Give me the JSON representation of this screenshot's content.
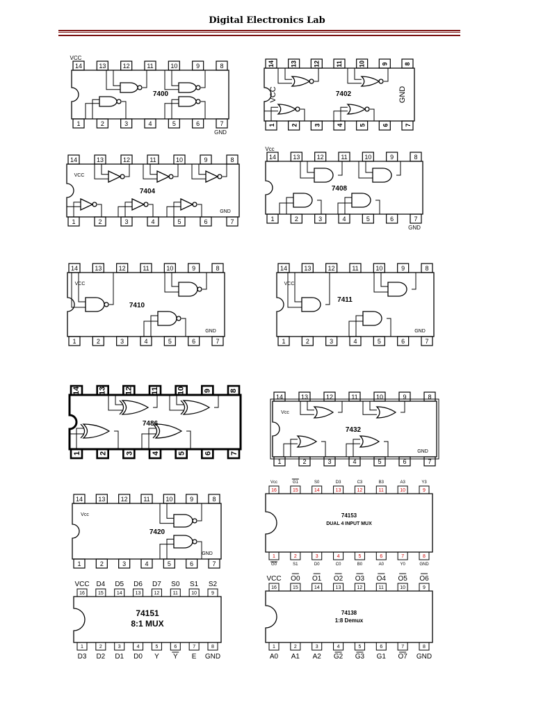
{
  "header": {
    "title": "Digital Electronics Lab"
  },
  "colors": {
    "rule": "#7a1010",
    "pin_red": "#cc0000"
  },
  "chips": [
    {
      "part": "7400",
      "gate": "nand",
      "pin_top": [
        "14",
        "13",
        "12",
        "11",
        "10",
        "9",
        "8"
      ],
      "pin_bottom": [
        "1",
        "2",
        "3",
        "4",
        "5",
        "6",
        "7"
      ],
      "vcc": "VCC",
      "gnd": "GND"
    },
    {
      "part": "7402",
      "gate": "nor",
      "pin_top": [
        "14",
        "13",
        "12",
        "11",
        "10",
        "9",
        "8"
      ],
      "pin_bottom": [
        "1",
        "2",
        "3",
        "4",
        "5",
        "6",
        "7"
      ],
      "vcc": "VCC",
      "gnd": "GND"
    },
    {
      "part": "7404",
      "gate": "not",
      "pin_top": [
        "14",
        "13",
        "12",
        "11",
        "10",
        "9",
        "8"
      ],
      "pin_bottom": [
        "1",
        "2",
        "3",
        "4",
        "5",
        "6",
        "7"
      ],
      "vcc": "VCC",
      "gnd": "GND"
    },
    {
      "part": "7408",
      "gate": "and",
      "pin_top": [
        "14",
        "13",
        "12",
        "11",
        "10",
        "9",
        "8"
      ],
      "pin_bottom": [
        "1",
        "2",
        "3",
        "4",
        "5",
        "6",
        "7"
      ],
      "vcc": "Vcc",
      "gnd": "GND"
    },
    {
      "part": "7410",
      "gate": "nand3",
      "pin_top": [
        "14",
        "13",
        "12",
        "11",
        "10",
        "9",
        "8"
      ],
      "pin_bottom": [
        "1",
        "2",
        "3",
        "4",
        "5",
        "6",
        "7"
      ],
      "vcc": "VCC",
      "gnd": "GND"
    },
    {
      "part": "7411",
      "gate": "and3",
      "pin_top": [
        "14",
        "13",
        "12",
        "11",
        "10",
        "9",
        "8"
      ],
      "pin_bottom": [
        "1",
        "2",
        "3",
        "4",
        "5",
        "6",
        "7"
      ],
      "vcc": "VCC",
      "gnd": "GND"
    },
    {
      "part": "7486",
      "gate": "xor",
      "pin_top": [
        "14",
        "13",
        "12",
        "11",
        "10",
        "9",
        "8"
      ],
      "pin_bottom": [
        "1",
        "2",
        "3",
        "4",
        "5",
        "6",
        "7"
      ],
      "vcc": "",
      "gnd": ""
    },
    {
      "part": "7432",
      "gate": "or",
      "pin_top": [
        "14",
        "13",
        "12",
        "11",
        "10",
        "9",
        "8"
      ],
      "pin_bottom": [
        "1",
        "2",
        "3",
        "4",
        "5",
        "6",
        "7"
      ],
      "vcc": "Vcc",
      "gnd": "GND"
    },
    {
      "part": "7420",
      "gate": "nand4",
      "pin_top": [
        "14",
        "13",
        "12",
        "11",
        "10",
        "9",
        "8"
      ],
      "pin_bottom": [
        "1",
        "2",
        "3",
        "4",
        "5",
        "6",
        "7"
      ],
      "vcc": "Vcc",
      "gnd": "GND"
    },
    {
      "part": "74153",
      "subtitle": "DUAL 4 INPUT MUX",
      "pin_top": [
        "16",
        "15",
        "14",
        "13",
        "12",
        "11",
        "10",
        "9"
      ],
      "pin_bottom": [
        "1",
        "2",
        "3",
        "4",
        "5",
        "6",
        "7",
        "8"
      ],
      "names_top": [
        "Vcc",
        "G1",
        "S0",
        "D3",
        "C3",
        "B3",
        "A3",
        "Y3"
      ],
      "names_bottom": [
        "G0",
        "S1",
        "D0",
        "C0",
        "B0",
        "A0",
        "Y0",
        "GND"
      ]
    },
    {
      "part": "74151",
      "subtitle": "8:1 MUX",
      "pin_top": [
        "16",
        "15",
        "14",
        "13",
        "12",
        "11",
        "10",
        "9"
      ],
      "pin_bottom": [
        "1",
        "2",
        "3",
        "4",
        "5",
        "6",
        "7",
        "8"
      ],
      "names_top": [
        "VCC",
        "D4",
        "D5",
        "D6",
        "D7",
        "S0",
        "S1",
        "S2"
      ],
      "names_bottom": [
        "D3",
        "D2",
        "D1",
        "D0",
        "Y",
        "Y",
        "E",
        "GND"
      ]
    },
    {
      "part": "74138",
      "subtitle": "1:8 Demux",
      "pin_top": [
        "16",
        "15",
        "14",
        "13",
        "12",
        "11",
        "10",
        "9"
      ],
      "pin_bottom": [
        "1",
        "2",
        "3",
        "4",
        "5",
        "6",
        "7",
        "8"
      ],
      "names_top": [
        "VCC",
        "O0",
        "O1",
        "O2",
        "O3",
        "O4",
        "O5",
        "O6"
      ],
      "names_bottom": [
        "A0",
        "A1",
        "A2",
        "G2",
        "G3",
        "G1",
        "O7",
        "GND"
      ]
    }
  ]
}
